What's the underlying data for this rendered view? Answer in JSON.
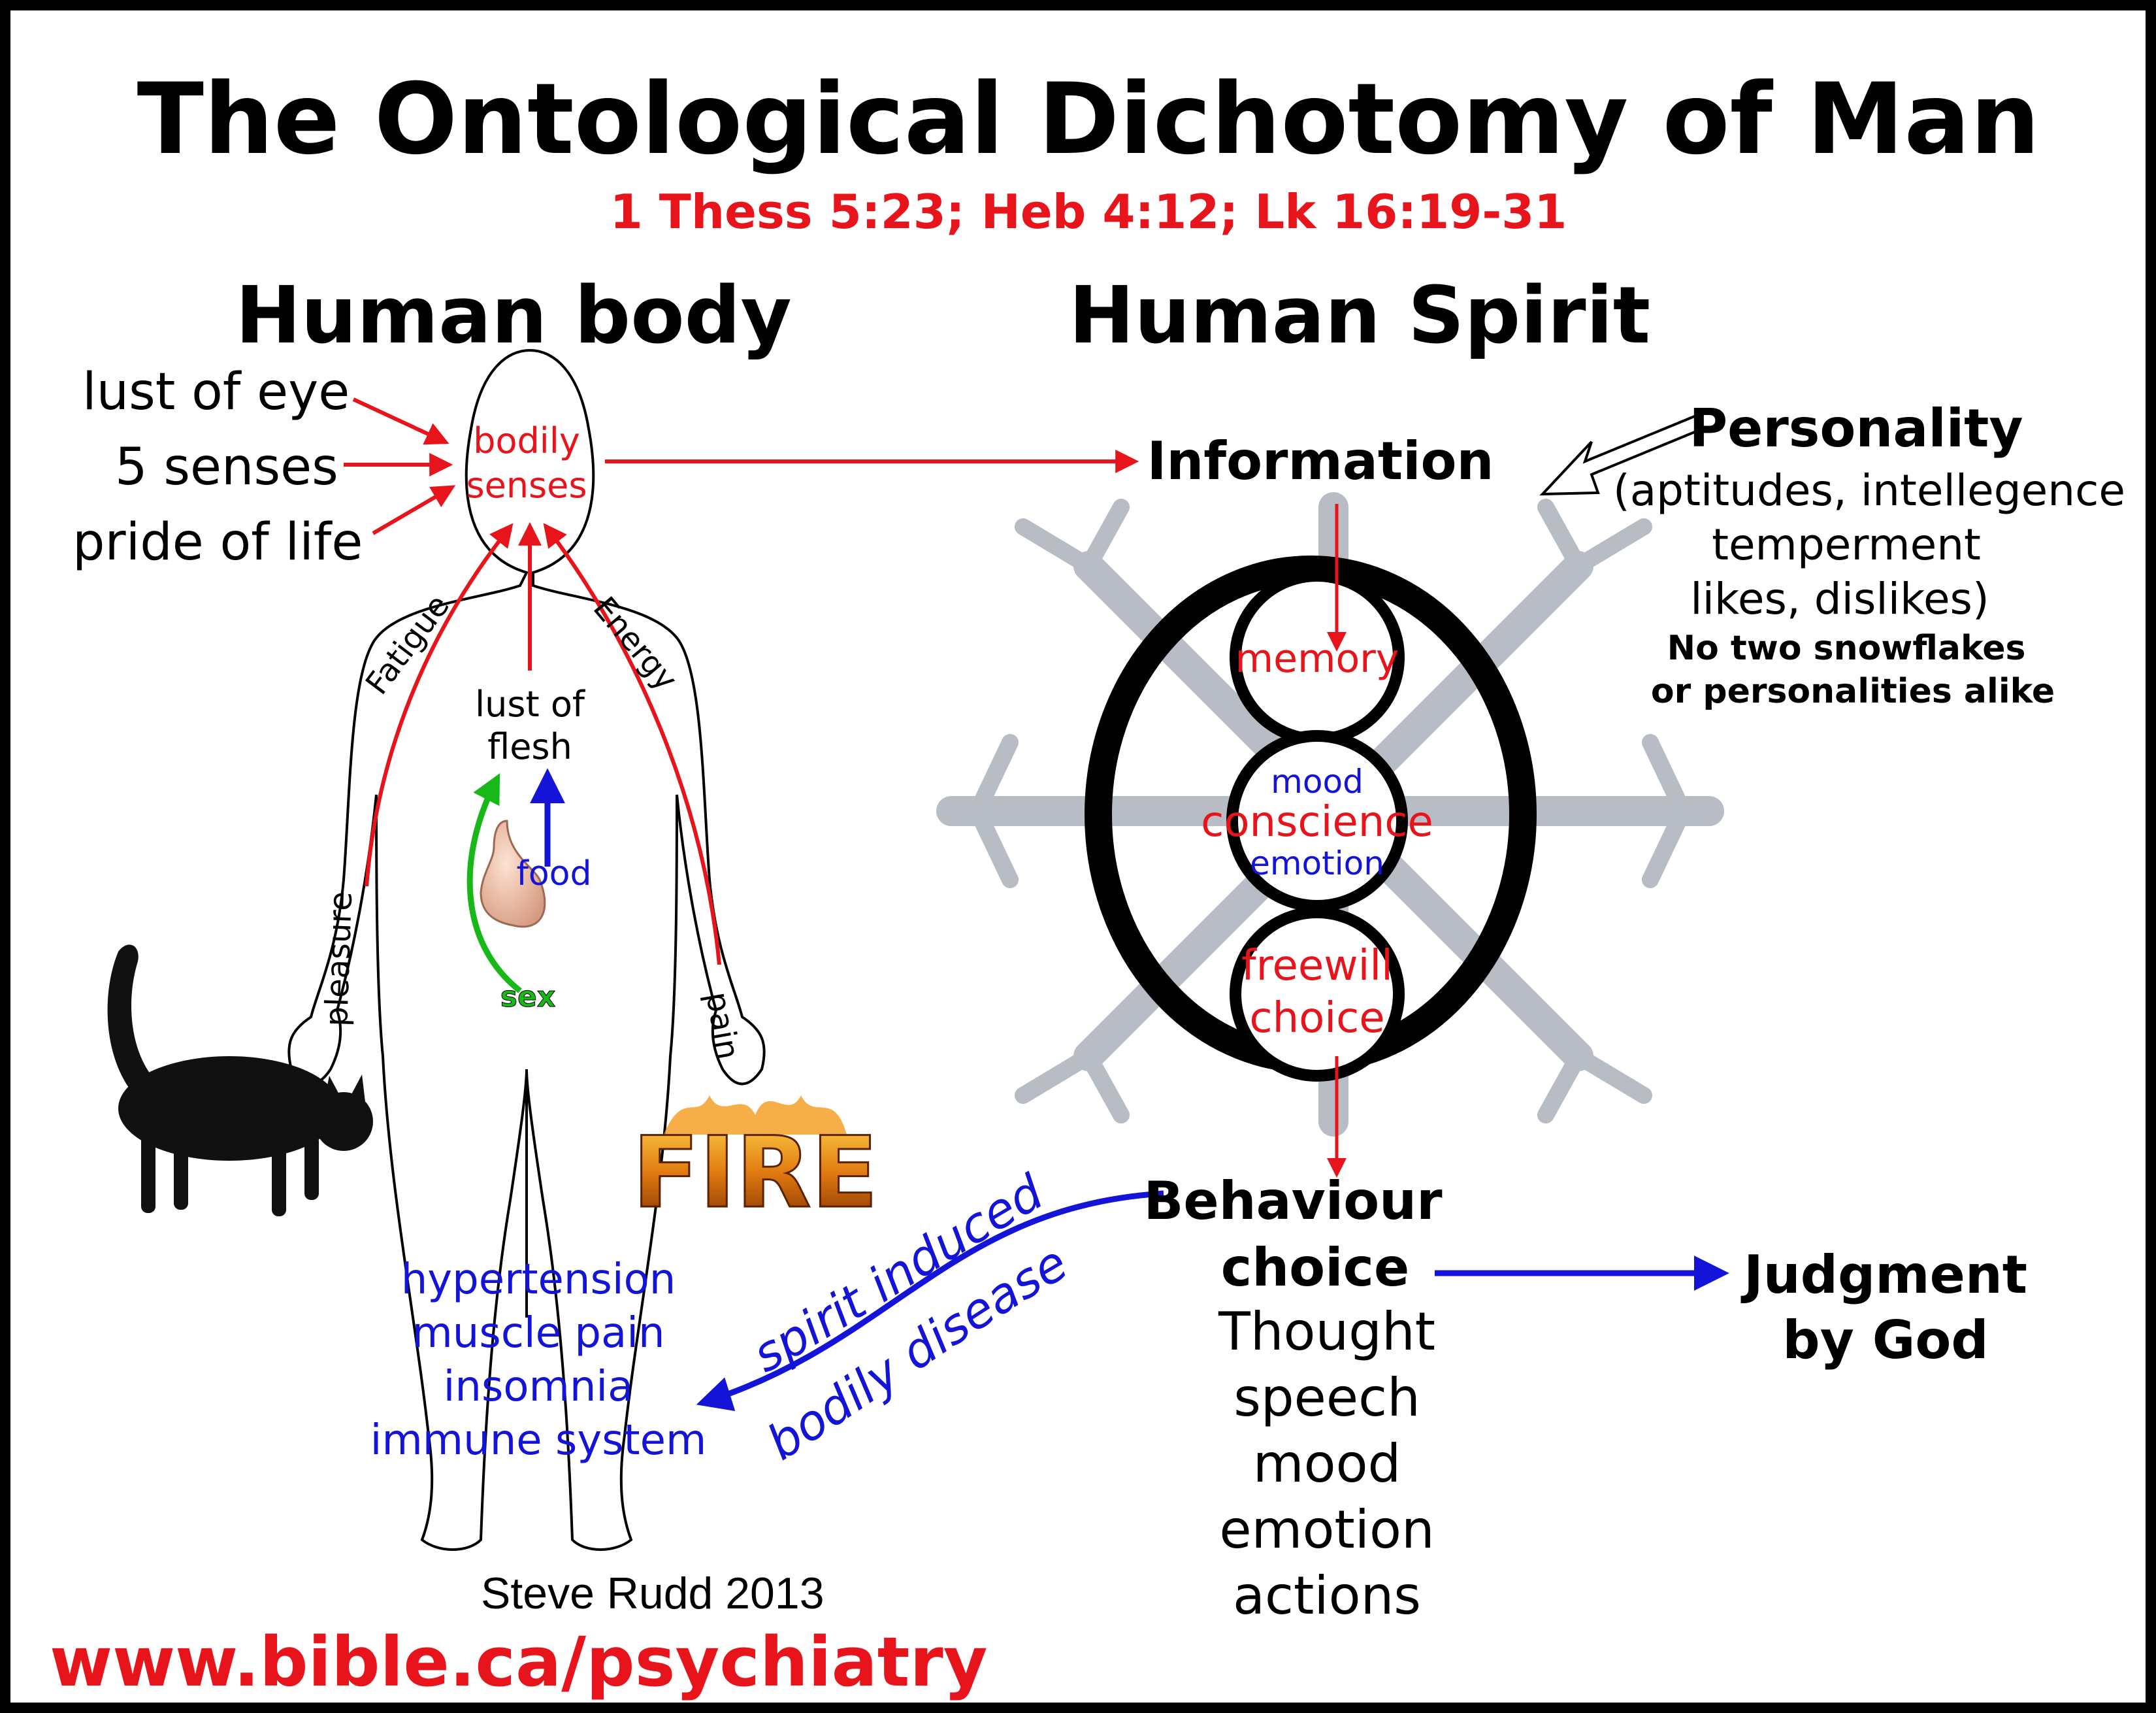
{
  "title": "The Ontological Dichotomy of Man",
  "subtitle": "1 Thess 5:23; Heb 4:12; Lk 16:19-31",
  "body_section": {
    "heading": "Human body",
    "inputs": [
      "lust of eye",
      "5 senses",
      "pride of life"
    ],
    "senses_label": [
      "bodily",
      "senses"
    ],
    "side_labels": {
      "fatigue": "Fatigue",
      "energy": "Energy",
      "pleasure": "pleasure",
      "pain": "pain"
    },
    "lust_of_flesh": [
      "lust of",
      "flesh"
    ],
    "food": "food",
    "sex": "sex",
    "fire": "FIRE",
    "diseases": [
      "hypertension",
      "muscle pain",
      "insomnia",
      "immune system"
    ]
  },
  "spirit_section": {
    "heading": "Human Spirit",
    "information": "Information",
    "memory": "memory",
    "conscience": {
      "top": "mood",
      "middle": "conscience",
      "bottom": "emotion"
    },
    "freewill": [
      "freewill",
      "choice"
    ],
    "personality": {
      "heading": "Personality",
      "lines": [
        "(aptitudes, intellegence",
        "temperment",
        "likes, dislikes)"
      ],
      "notes": [
        "No two snowflakes",
        "or personalities alike"
      ]
    }
  },
  "behaviour": {
    "heading": [
      "Behaviour",
      "choice"
    ],
    "items": [
      "Thought",
      "speech",
      "mood",
      "emotion",
      "actions"
    ]
  },
  "judgment": [
    "Judgment",
    "by God"
  ],
  "feedback_label": [
    "spirit induced",
    "bodily disease"
  ],
  "credit": "Steve Rudd 2013",
  "url": "www.bible.ca/psychiatry",
  "colors": {
    "red": "#e8141b",
    "blue": "#1414d8",
    "green": "#18b818",
    "black": "#000000"
  }
}
